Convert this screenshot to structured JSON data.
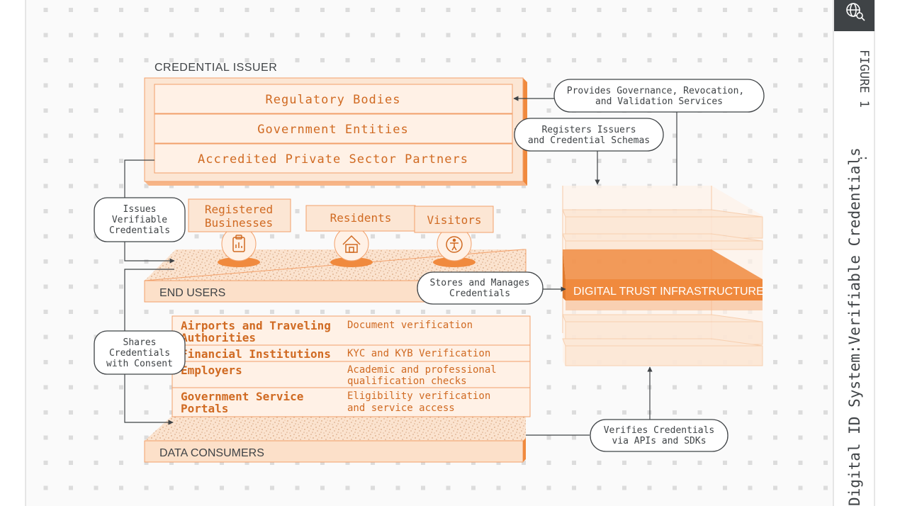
{
  "figure_label": "FIGURE 1",
  "figure_title": "Digital ID System:Verifiable Credentials",
  "sections": {
    "issuer": "CREDENTIAL ISSUER",
    "end_users": "END USERS",
    "consumers": "DATA CONSUMERS",
    "infrastructure": "DIGITAL TRUST INFRASTRUCTURE"
  },
  "issuer_rows": [
    "Regulatory Bodies",
    "Government Entities",
    "Accredited Private Sector Partners"
  ],
  "end_user_tags": [
    {
      "line1": "Registered",
      "line2": "Businesses",
      "icon": "clipboard-icon"
    },
    {
      "line1": "Residents",
      "line2": "",
      "icon": "house-icon"
    },
    {
      "line1": "Visitors",
      "line2": "",
      "icon": "accessibility-icon"
    }
  ],
  "consumer_rows": [
    {
      "name1": "Airports and Traveling",
      "name2": "Authorities",
      "desc1": "Document verification",
      "desc2": ""
    },
    {
      "name1": "Financial Institutions",
      "name2": "",
      "desc1": "KYC and KYB Verification",
      "desc2": ""
    },
    {
      "name1": "Employers",
      "name2": "",
      "desc1": "Academic and professional",
      "desc2": "qualification checks"
    },
    {
      "name1": "Government Service",
      "name2": "Portals",
      "desc1": "Eligibility verification",
      "desc2": "and service access"
    }
  ],
  "callouts": {
    "governance": {
      "line1": "Provides Governance, Revocation,",
      "line2": "and Validation Services"
    },
    "registers": {
      "line1": "Registers Issuers",
      "line2": "and Credential Schemas"
    },
    "issues": {
      "line1": "Issues",
      "line2": "Verifiable",
      "line3": "Credentials"
    },
    "stores": {
      "line1": "Stores and Manages",
      "line2": "Credentials"
    },
    "shares": {
      "line1": "Shares",
      "line2": "Credentials",
      "line3": "with Consent"
    },
    "verifies": {
      "line1": "Verifies Credentials",
      "line2": "via APIs and SDKs"
    }
  },
  "colors": {
    "accent": "#F08A3E",
    "accent_light": "#FCE6D4",
    "accent_text": "#D06A22",
    "dark": "#3F4346",
    "dots": "#D8D8D8"
  }
}
